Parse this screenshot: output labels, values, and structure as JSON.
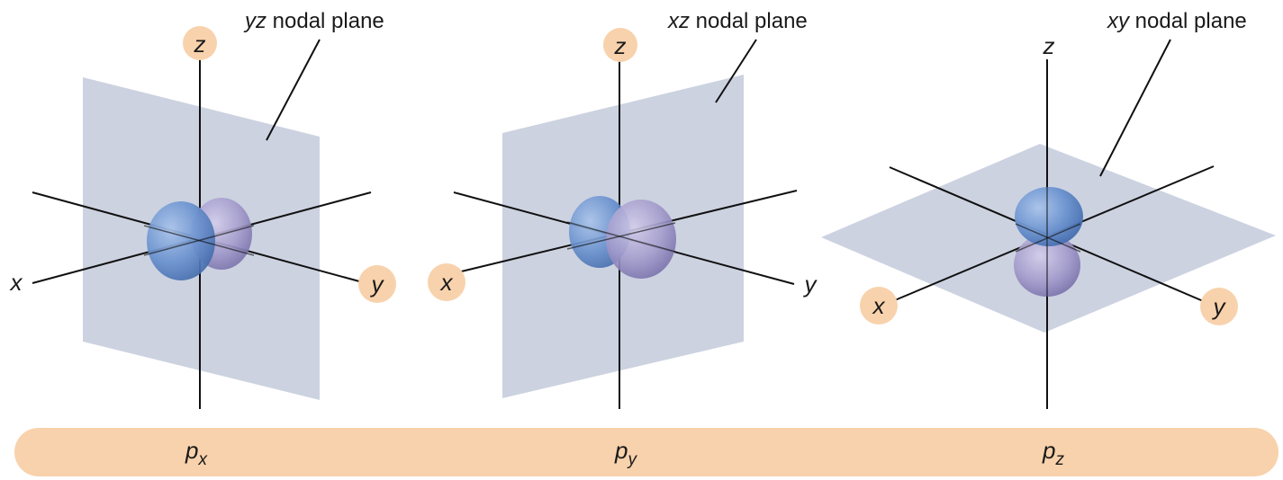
{
  "colors": {
    "plane": "#c9d0de",
    "axis": "#111111",
    "axis_badge": "#f8d2ac",
    "lobe_blue": "#5f88c8",
    "lobe_lavender": "#9a93c6",
    "footer_bar": "#f8d2ac"
  },
  "panels": [
    {
      "id": "px",
      "caption_var": "yz",
      "caption_rest": " nodal plane",
      "axis_labels": {
        "z": "z",
        "x": "x",
        "y": "y"
      },
      "label_main": "p",
      "label_sub": "x"
    },
    {
      "id": "py",
      "caption_var": "xz",
      "caption_rest": " nodal plane",
      "axis_labels": {
        "z": "z",
        "x": "x",
        "y": "y"
      },
      "label_main": "p",
      "label_sub": "y"
    },
    {
      "id": "pz",
      "caption_var": "xy",
      "caption_rest": " nodal plane",
      "axis_labels": {
        "z": "z",
        "x": "x",
        "y": "y"
      },
      "label_main": "p",
      "label_sub": "z"
    }
  ]
}
